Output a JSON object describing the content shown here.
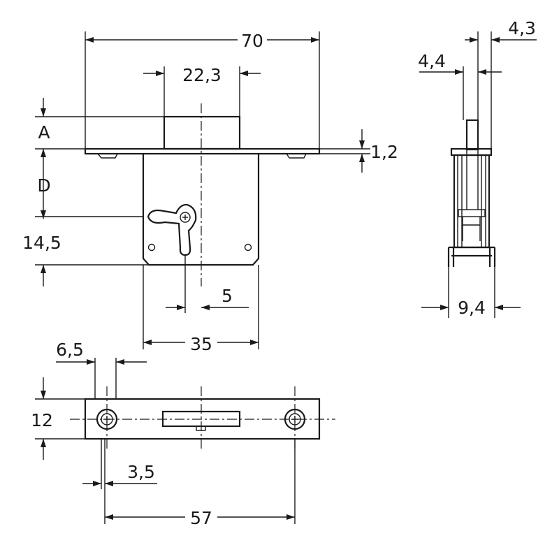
{
  "dimensions": {
    "overall_width": "70",
    "bolt_width": "22,3",
    "bolt_projection": "A",
    "plate_thickness": "1,2",
    "backset": "D",
    "keyhole_offset": "14,5",
    "key_offset": "5",
    "case_width": "35",
    "side_bolt_thickness": "4,3",
    "side_gap": "4,4",
    "case_depth": "9,4",
    "hole_offset": "6,5",
    "plate_height": "12",
    "hole_diameter": "3,5",
    "hole_spacing": "57"
  }
}
